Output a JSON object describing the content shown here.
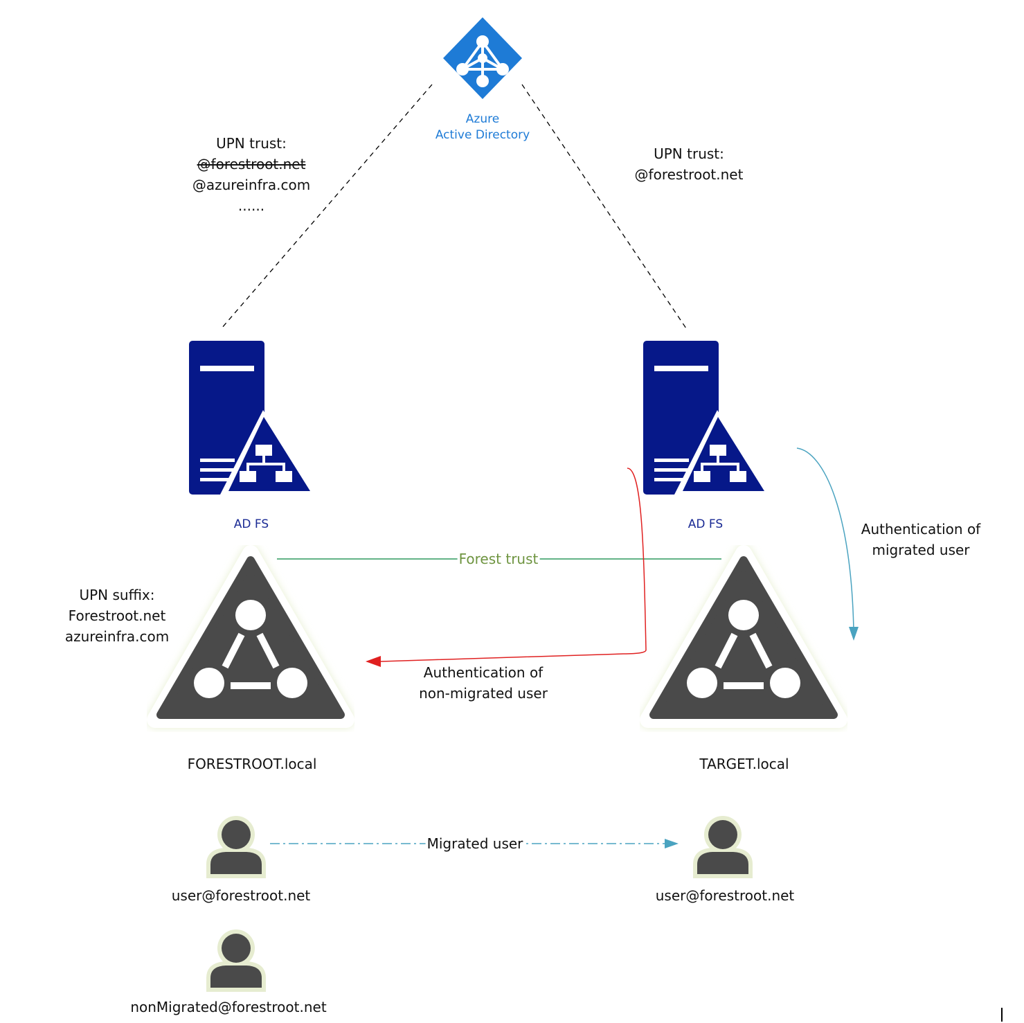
{
  "cloud": {
    "label_line1": "Azure",
    "label_line2": "Active Directory"
  },
  "left_trust": {
    "title": "UPN trust:",
    "struck": "@forestroot.net",
    "entry": "@azureinfra.com",
    "more": "......"
  },
  "right_trust": {
    "title": "UPN trust:",
    "entry": "@forestroot.net"
  },
  "adfs_left": {
    "label": "AD FS"
  },
  "adfs_right": {
    "label": "AD FS"
  },
  "forest_trust": {
    "label": "Forest trust"
  },
  "auth_migrated": {
    "line1": "Authentication of",
    "line2": "migrated user"
  },
  "auth_nonmigrated": {
    "line1": "Authentication of",
    "line2": "non-migrated user"
  },
  "upn_suffix": {
    "title": "UPN suffix:",
    "line1": "Forestroot.net",
    "line2": "azureinfra.com"
  },
  "forest_left": {
    "label": "FORESTROOT.local"
  },
  "forest_right": {
    "label": "TARGET.local"
  },
  "migration": {
    "label": "Migrated user"
  },
  "users": {
    "left": "user@forestroot.net",
    "right": "user@forestroot.net",
    "nonmigrated": "nonMigrated@forestroot.net"
  },
  "colors": {
    "azure_blue": "#1e7bd6",
    "server_navy": "#061889",
    "forest_trust_green": "#2e9a5e",
    "forest_trust_text": "#6e9440",
    "auth_red": "#e02020",
    "auth_teal": "#4aa3c0",
    "ad_gray": "#4a4a4a"
  }
}
